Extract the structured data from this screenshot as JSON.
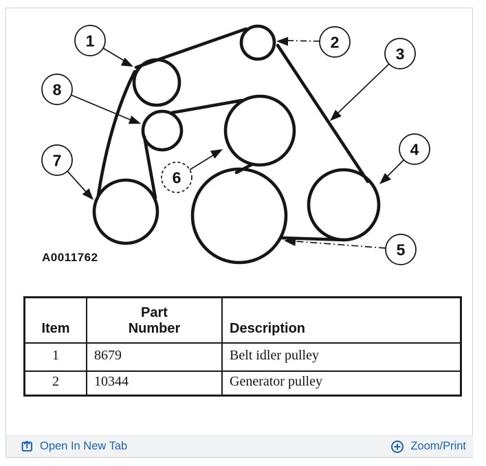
{
  "diagram": {
    "figure_id": "A0011762",
    "callouts": [
      {
        "number": "1"
      },
      {
        "number": "2"
      },
      {
        "number": "3"
      },
      {
        "number": "4"
      },
      {
        "number": "5"
      },
      {
        "number": "6"
      },
      {
        "number": "7"
      },
      {
        "number": "8"
      }
    ]
  },
  "table": {
    "headers": {
      "item": "Item",
      "part_line1": "Part",
      "part_line2": "Number",
      "description": "Description"
    },
    "rows": [
      {
        "item": "1",
        "part_number": "8679",
        "description": "Belt idler pulley"
      },
      {
        "item": "2",
        "part_number": "10344",
        "description": "Generator pulley"
      }
    ]
  },
  "footer": {
    "open_in_new_tab_label": "Open In New Tab",
    "zoom_print_label": "Zoom/Print"
  },
  "colors": {
    "link_blue": "#1d63b2",
    "diagram_ink": "#161616",
    "panel_border": "#cfd3d7",
    "footer_bg": "#f1f2f4",
    "table_border": "#1b1b1b"
  }
}
